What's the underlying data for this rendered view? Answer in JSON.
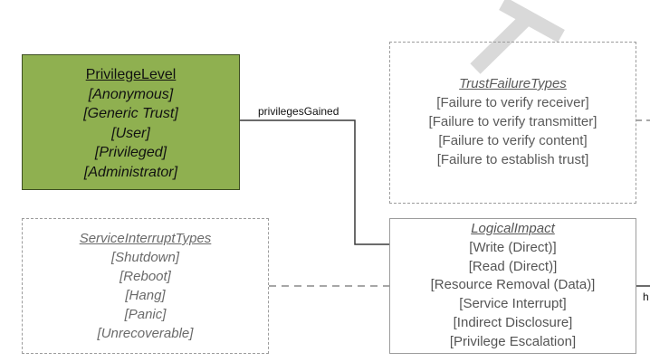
{
  "privilege_level": {
    "title": "PrivilegeLevel",
    "items": [
      "[Anonymous]",
      "[Generic Trust]",
      "[User]",
      "[Privileged]",
      "[Administrator]"
    ]
  },
  "trust_failure_types": {
    "title": "TrustFailureTypes",
    "items": [
      "[Failure to verify receiver]",
      "[Failure to verify transmitter]",
      "[Failure to verify content]",
      "[Failure to establish trust]"
    ]
  },
  "service_interrupt_types": {
    "title": "ServiceInterruptTypes",
    "items": [
      "[Shutdown]",
      "[Reboot]",
      "[Hang]",
      "[Panic]",
      "[Unrecoverable]"
    ]
  },
  "logical_impact": {
    "title": "LogicalImpact",
    "items": [
      "[Write (Direct)]",
      "[Read (Direct)]",
      "[Resource Removal (Data)]",
      "[Service Interrupt]",
      "[Indirect Disclosure]",
      "[Privilege Escalation]"
    ]
  },
  "edge_labels": {
    "privileges_gained": "privilegesGained",
    "right_fragment": "h"
  },
  "colors": {
    "privilege_fill": "#8fb050",
    "connector": "#3a3a3a",
    "dashed_border": "#9c9c9c",
    "watermark": "#d9d9d9"
  }
}
